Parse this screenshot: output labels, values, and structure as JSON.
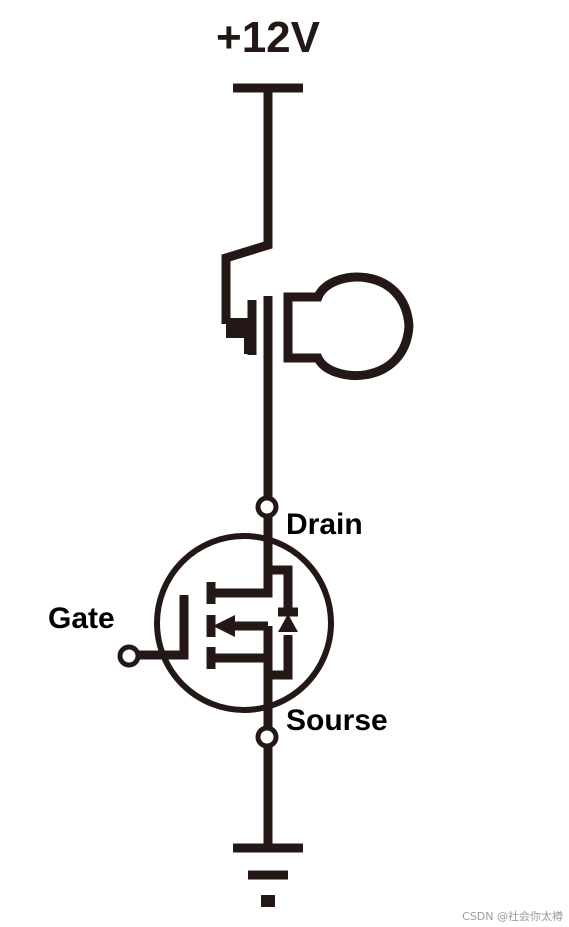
{
  "labels": {
    "supply": "+12V",
    "drain": "Drain",
    "gate": "Gate",
    "source": "Sourse"
  },
  "watermark": "CSDN @社会你太樽",
  "colors": {
    "ink": "#231815",
    "background": "#ffffff",
    "watermark": "#9a9a9a"
  },
  "icons": {
    "supply": "power-rail-icon",
    "load": "bulb-icon",
    "transistor": "n-channel-mosfet-icon",
    "ground": "ground-icon"
  }
}
